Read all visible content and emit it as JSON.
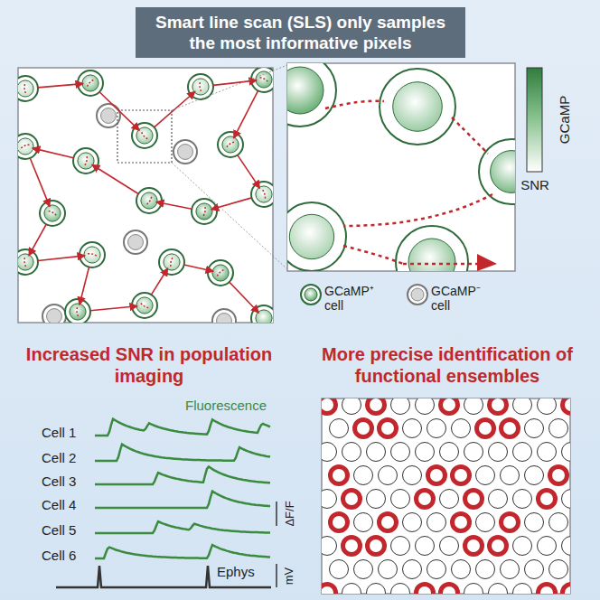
{
  "diagram": {
    "title": "Smart line scan (SLS) only samples the most informative pixels",
    "labels": [
      "GCaMP",
      "SNR",
      "Increased SNR in population imaging",
      "Fluorescence",
      "Cell 1",
      "Cell 2",
      "Cell 3",
      "Cell 4",
      "Cell 5",
      "Cell 6",
      "ΔF/F",
      "Ephys",
      "mV",
      "More precise identification of functional ensembles"
    ],
    "legend": [
      {
        "text": "GCaMP⁺ cell"
      },
      {
        "text": "GCaMP⁻ cell"
      }
    ]
  }
}
